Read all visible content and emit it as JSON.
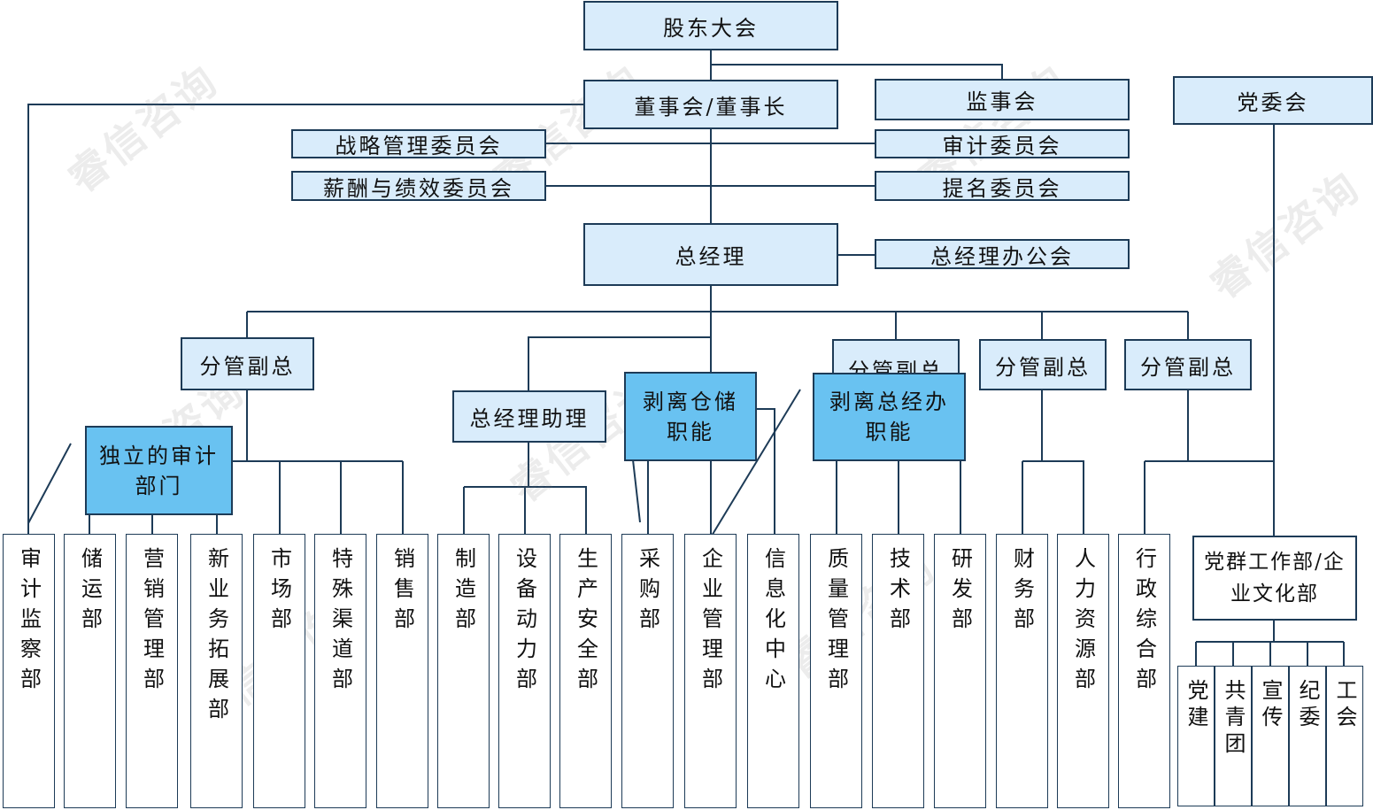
{
  "shareholders": "股东大会",
  "board": "董事会/董事长",
  "supervisors": "监事会",
  "party_committee": "党委会",
  "committees": {
    "strategy": "战略管理委员会",
    "compensation": "薪酬与绩效委员会",
    "audit": "审计委员会",
    "nomination": "提名委员会"
  },
  "gm": "总经理",
  "gm_office": "总经理办公会",
  "vp_label": "分管副总",
  "gm_assistant": "总经理助理",
  "independent_audit": "独立的审计部门",
  "strip_warehouse": "剥离仓储职能",
  "strip_gm_office": "剥离总经办职能",
  "party_work": "党群工作部/企业文化部",
  "departments": [
    "审计监察部",
    "储运部",
    "营销管理部",
    "新业务拓展部",
    "市场部",
    "特殊渠道部",
    "销售部",
    "制造部",
    "设备动力部",
    "生产安全部",
    "采购部",
    "企业管理部",
    "信息化中心",
    "质量管理部",
    "技术部",
    "研发部",
    "财务部",
    "人力资源部",
    "行政综合部"
  ],
  "party_units": [
    "党建",
    "共青团",
    "宣传",
    "纪委",
    "工会"
  ],
  "watermark": "睿信咨询",
  "colors": {
    "line": "#1d3b57",
    "box_fill": "#d9ecfb",
    "highlight_fill": "#69c2f1"
  }
}
